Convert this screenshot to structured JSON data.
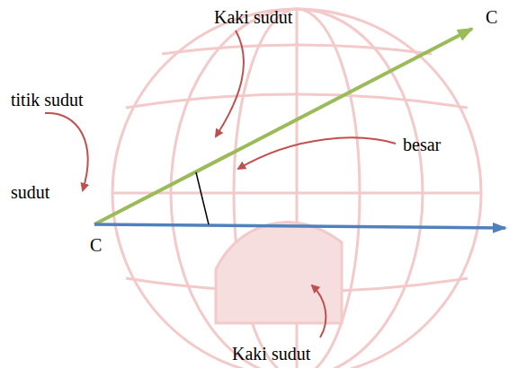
{
  "diagram": {
    "labels": [
      "Kaki sudut",
      "C",
      "titik sudut",
      "sudut",
      "besar",
      "C",
      "Kaki sudut"
    ]
  }
}
